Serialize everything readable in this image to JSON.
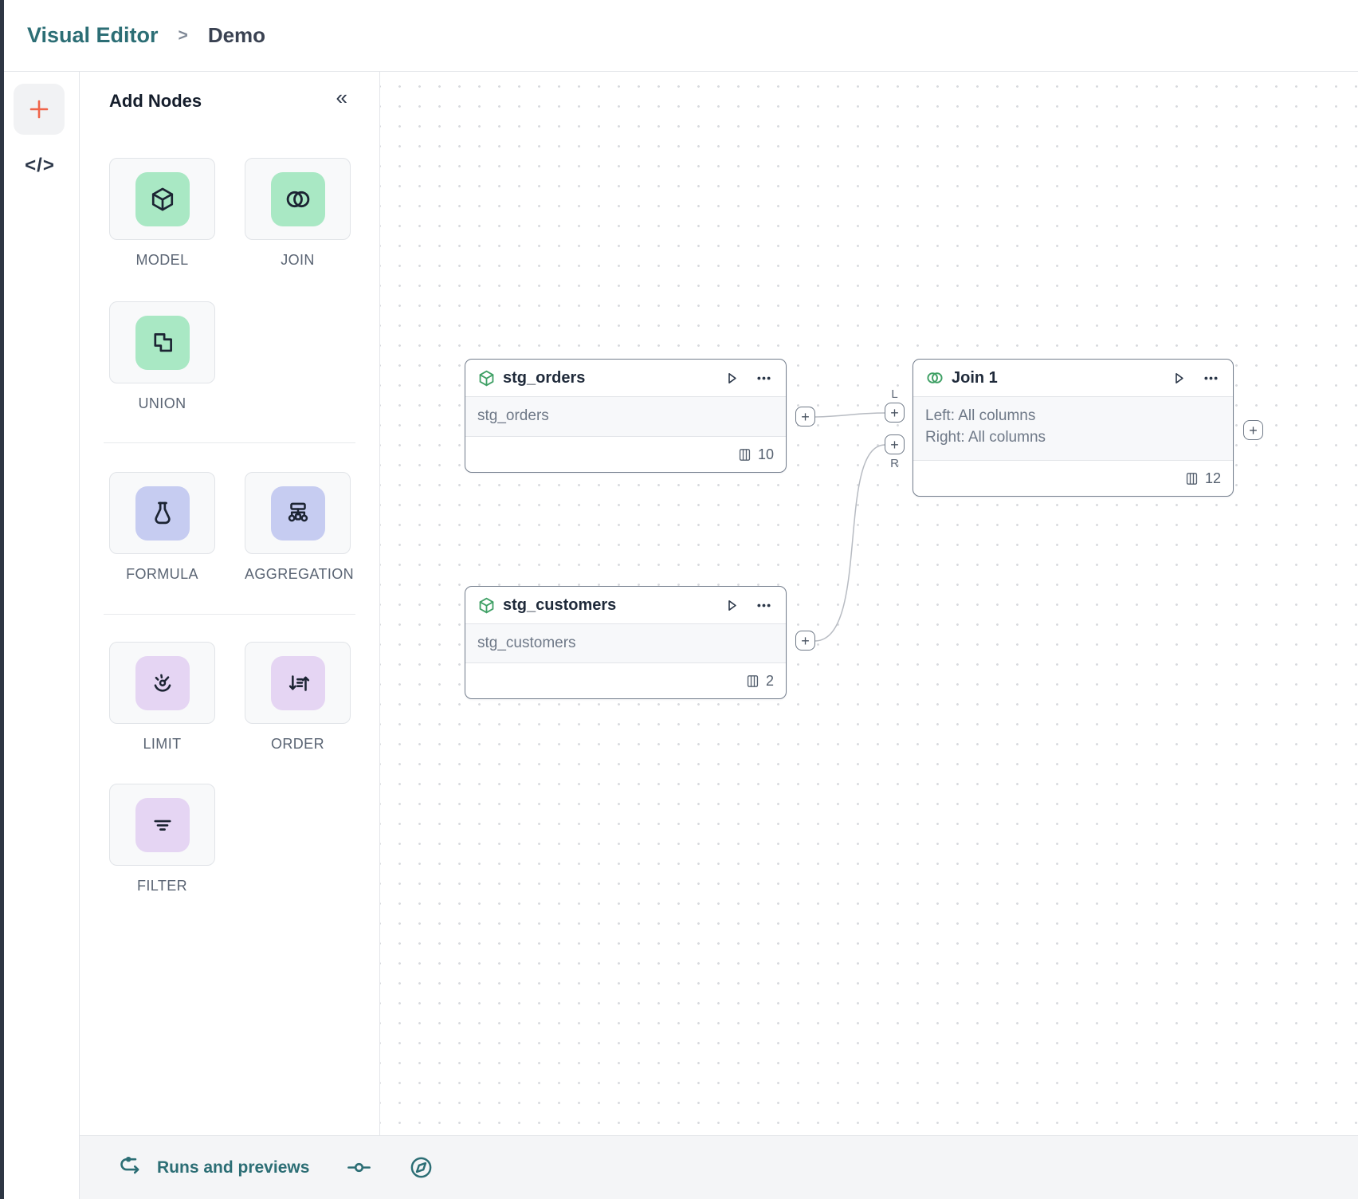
{
  "breadcrumb": {
    "root": "Visual Editor",
    "separator": ">",
    "current": "Demo"
  },
  "rail": {
    "code_label": "</>"
  },
  "panel": {
    "title": "Add Nodes",
    "collapse_glyph": "«",
    "node_types": [
      {
        "label": "MODEL",
        "icon": "cube-icon",
        "tint": "green"
      },
      {
        "label": "JOIN",
        "icon": "venn-icon",
        "tint": "green"
      },
      {
        "label": "UNION",
        "icon": "union-icon",
        "tint": "green"
      },
      {
        "label": "FORMULA",
        "icon": "flask-icon",
        "tint": "blue"
      },
      {
        "label": "AGGREGATION",
        "icon": "sitemap-icon",
        "tint": "blue"
      },
      {
        "label": "LIMIT",
        "icon": "gauge-icon",
        "tint": "purple"
      },
      {
        "label": "ORDER",
        "icon": "sort-icon",
        "tint": "purple"
      },
      {
        "label": "FILTER",
        "icon": "filter-icon",
        "tint": "purple"
      }
    ]
  },
  "canvas": {
    "port_plus_glyph": "+",
    "join_left_port_label": "L",
    "join_right_port_label": "R",
    "nodes": [
      {
        "title": "stg_orders",
        "icon": "cube-icon",
        "subtitle": "stg_orders",
        "column_count": "10"
      },
      {
        "title": "Join 1",
        "icon": "venn-icon",
        "body_left": "Left: All columns",
        "body_right": "Right: All columns",
        "column_count": "12"
      },
      {
        "title": "stg_customers",
        "icon": "cube-icon",
        "subtitle": "stg_customers",
        "column_count": "2"
      }
    ]
  },
  "bottombar": {
    "runs_label": "Runs and previews"
  },
  "colors": {
    "accent_teal": "#2C6E75",
    "accent_orange": "#F06449",
    "tint_green": "#A9E8C4",
    "tint_blue": "#C6CCF1",
    "tint_purple": "#E5D5F3",
    "node_icon_green": "#3FA065",
    "edge_gray": "#B7BBC2",
    "dark_edge_bar": "#2E3644"
  }
}
